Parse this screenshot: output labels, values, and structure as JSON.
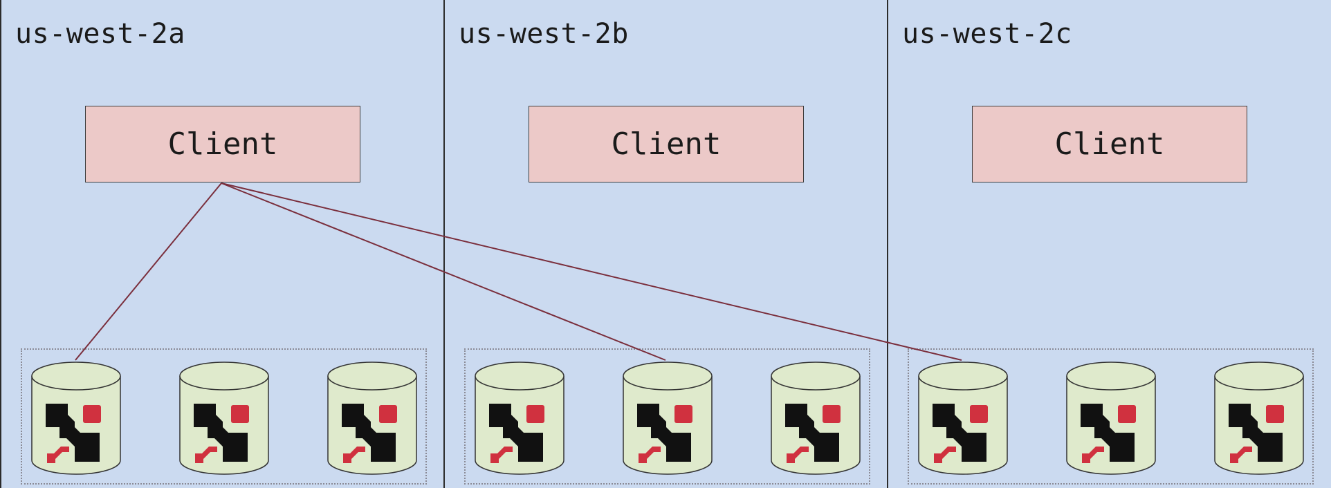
{
  "zones": [
    {
      "label": "us-west-2a",
      "client_label": "Client"
    },
    {
      "label": "us-west-2b",
      "client_label": "Client"
    },
    {
      "label": "us-west-2c",
      "client_label": "Client"
    }
  ],
  "colors": {
    "background": "#cbdaf0",
    "client_fill": "#ecc9c8",
    "db_fill": "#dfeacc",
    "link_stroke": "#7a2e3c",
    "logo_black": "#111111",
    "logo_red": "#d0313f"
  },
  "connections": [
    {
      "from": "client-us-west-2a",
      "to": "us-west-2a-node-1"
    },
    {
      "from": "client-us-west-2a",
      "to": "us-west-2b-node-2"
    },
    {
      "from": "client-us-west-2a",
      "to": "us-west-2c-node-1"
    }
  ]
}
